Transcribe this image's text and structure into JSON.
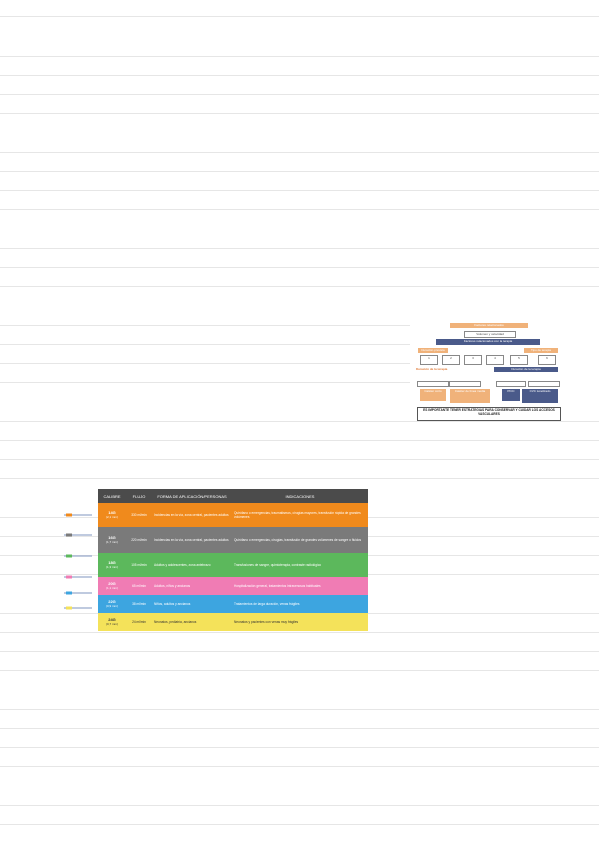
{
  "flowchart": {
    "top": "Factores relacionados",
    "vol": "Volumen y velocidad",
    "heading": "Factores relacionados con la terapia",
    "left_label": "Duración prevista",
    "right_label": "Tipo de terapia",
    "icons": [
      "1",
      "2",
      "3",
      "4",
      "5",
      "6"
    ],
    "dur_short": "Duración de la terapia",
    "dur_long": "Duración de la terapia",
    "opt1": "Catéter corto",
    "opt2": "Catéter de línea media",
    "opt3": "PICC",
    "opt4": "CVC tunelizado",
    "note": "ES IMPORTANTE TENER ESTRATEGIAS PARA CONSERVAR Y CUIDAR LOS ACCESOS VASCULARES"
  },
  "table": {
    "headers": [
      "CALIBRE",
      "FLUJO",
      "FORMA DE APLICACIÓN/PERSONAS",
      "INDICACIONES"
    ],
    "rows": [
      {
        "calibre": "14G",
        "sub": "(2,1 mm)",
        "flujo": "330 ml/min",
        "forma": "Incidencias en la vía, zona central, pacientes adultos",
        "ind": "Quirófano o emergencias, traumatismos, cirugías mayores, transfusión rápida de grandes volúmenes"
      },
      {
        "calibre": "16G",
        "sub": "(1,7 mm)",
        "flujo": "220 ml/min",
        "forma": "Incidencias en la vía, zona central, pacientes adultos",
        "ind": "Quirófano o emergencias, cirugías, transfusión de grandes volúmenes de sangre o fluidos"
      },
      {
        "calibre": "18G",
        "sub": "(1,3 mm)",
        "flujo": "105 ml/min",
        "forma": "Adultos y adolescentes, zona antebrazo",
        "ind": "Transfusiones de sangre, quimioterapia, contraste radiológico"
      },
      {
        "calibre": "20G",
        "sub": "(1,1 mm)",
        "flujo": "65 ml/min",
        "forma": "Adultos, niños y ancianos",
        "ind": "Hospitalización general, tratamientos intravenosos habituales"
      },
      {
        "calibre": "22G",
        "sub": "(0,9 mm)",
        "flujo": "38 ml/min",
        "forma": "Niños, adultos y ancianos",
        "ind": "Tratamientos de larga duración, venas frágiles"
      },
      {
        "calibre": "24G",
        "sub": "(0,7 mm)",
        "flujo": "24 ml/min",
        "forma": "Neonatos, pediatría, ancianos",
        "ind": "Neonatos y pacientes con venas muy frágiles"
      }
    ]
  }
}
